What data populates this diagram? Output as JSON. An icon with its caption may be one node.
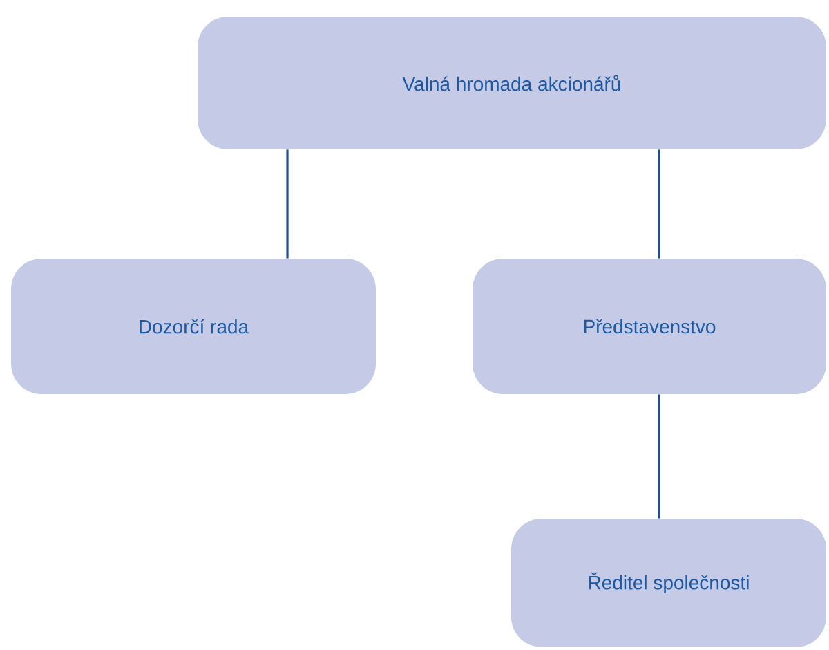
{
  "diagram": {
    "nodes": [
      {
        "text": [
          "Valná hromada akcionářů"
        ]
      },
      {
        "text": [
          "Dozorčí rada"
        ]
      },
      {
        "text": [
          "Představenstvo"
        ]
      },
      {
        "text": [
          "Ředitel společnosti"
        ]
      }
    ],
    "edges": [
      {
        "from": 0,
        "to": 1,
        "arrow": "none"
      },
      {
        "from": 0,
        "to": 2,
        "arrow": "none"
      },
      {
        "from": 2,
        "to": 3,
        "arrow": "none"
      }
    ]
  }
}
